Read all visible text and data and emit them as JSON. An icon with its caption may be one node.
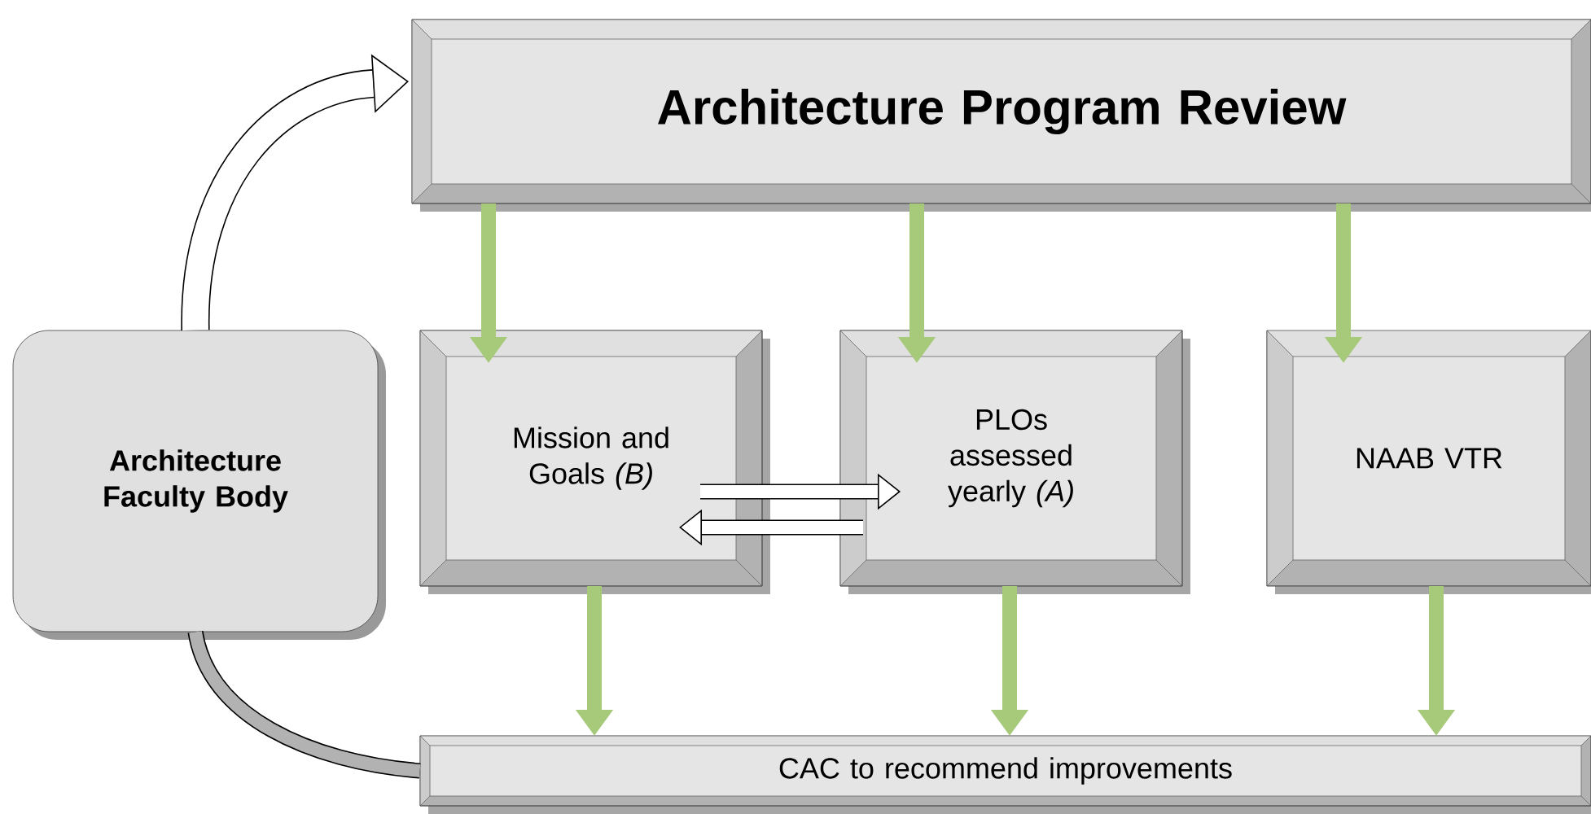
{
  "diagram": {
    "nodes": [
      {
        "text": [
          "Architecture Program Review"
        ]
      },
      {
        "text": [
          "Mission and Goals *(B)*"
        ]
      },
      {
        "text": [
          "PLOs assessed yearly *(A)*"
        ]
      },
      {
        "text": [
          "NAAB VTR"
        ]
      },
      {
        "text": [
          "Architecture Faculty Body"
        ]
      },
      {
        "text": [
          "CAC to recommend improvements"
        ]
      }
    ],
    "edges": [
      {
        "from": 0,
        "to": 1,
        "arrow": "to",
        "color": "#a6c97a"
      },
      {
        "from": 0,
        "to": 2,
        "arrow": "to",
        "color": "#a6c97a"
      },
      {
        "from": 0,
        "to": 3,
        "arrow": "to",
        "color": "#a6c97a"
      },
      {
        "from": 1,
        "to": 5,
        "arrow": "to",
        "color": "#a6c97a"
      },
      {
        "from": 2,
        "to": 5,
        "arrow": "to",
        "color": "#a6c97a"
      },
      {
        "from": 3,
        "to": 5,
        "arrow": "to",
        "color": "#a6c97a"
      },
      {
        "from": 1,
        "to": 2,
        "arrow": "to",
        "color": "#000000"
      },
      {
        "from": 2,
        "to": 1,
        "arrow": "to",
        "color": "#000000"
      },
      {
        "from": 4,
        "to": 0,
        "arrow": "to",
        "style": "thick",
        "color": "#000000"
      },
      {
        "from": 5,
        "to": 4,
        "arrow": "none",
        "color": "#000000"
      }
    ]
  }
}
